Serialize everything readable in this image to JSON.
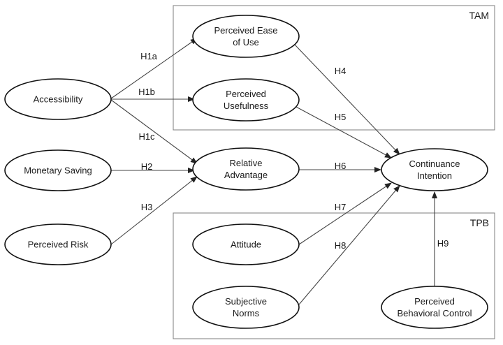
{
  "groups": [
    {
      "id": "tam",
      "label": "TAM"
    },
    {
      "id": "tpb",
      "label": "TPB"
    }
  ],
  "nodes": [
    {
      "id": "accessibility",
      "lines": [
        "Accessibility"
      ]
    },
    {
      "id": "monetary_saving",
      "lines": [
        "Monetary Saving"
      ]
    },
    {
      "id": "perceived_risk",
      "lines": [
        "Perceived Risk"
      ]
    },
    {
      "id": "peou",
      "lines": [
        "Perceived Ease",
        "of Use"
      ]
    },
    {
      "id": "pu",
      "lines": [
        "Perceived",
        "Usefulness"
      ]
    },
    {
      "id": "relative_advantage",
      "lines": [
        "Relative",
        "Advantage"
      ]
    },
    {
      "id": "attitude",
      "lines": [
        "Attitude"
      ]
    },
    {
      "id": "subjective_norms",
      "lines": [
        "Subjective",
        "Norms"
      ]
    },
    {
      "id": "continuance_intention",
      "lines": [
        "Continuance",
        "Intention"
      ]
    },
    {
      "id": "pbc",
      "lines": [
        "Perceived",
        "Behavioral Control"
      ]
    }
  ],
  "edges": [
    {
      "id": "h1a",
      "label": "H1a",
      "from": "accessibility",
      "to": "peou"
    },
    {
      "id": "h1b",
      "label": "H1b",
      "from": "accessibility",
      "to": "pu"
    },
    {
      "id": "h1c",
      "label": "H1c",
      "from": "accessibility",
      "to": "relative_advantage"
    },
    {
      "id": "h2",
      "label": "H2",
      "from": "monetary_saving",
      "to": "relative_advantage"
    },
    {
      "id": "h3",
      "label": "H3",
      "from": "perceived_risk",
      "to": "relative_advantage"
    },
    {
      "id": "h4",
      "label": "H4",
      "from": "peou",
      "to": "continuance_intention"
    },
    {
      "id": "h5",
      "label": "H5",
      "from": "pu",
      "to": "continuance_intention"
    },
    {
      "id": "h6",
      "label": "H6",
      "from": "relative_advantage",
      "to": "continuance_intention"
    },
    {
      "id": "h7",
      "label": "H7",
      "from": "attitude",
      "to": "continuance_intention"
    },
    {
      "id": "h8",
      "label": "H8",
      "from": "subjective_norms",
      "to": "continuance_intention"
    },
    {
      "id": "h9",
      "label": "H9",
      "from": "pbc",
      "to": "continuance_intention"
    }
  ]
}
